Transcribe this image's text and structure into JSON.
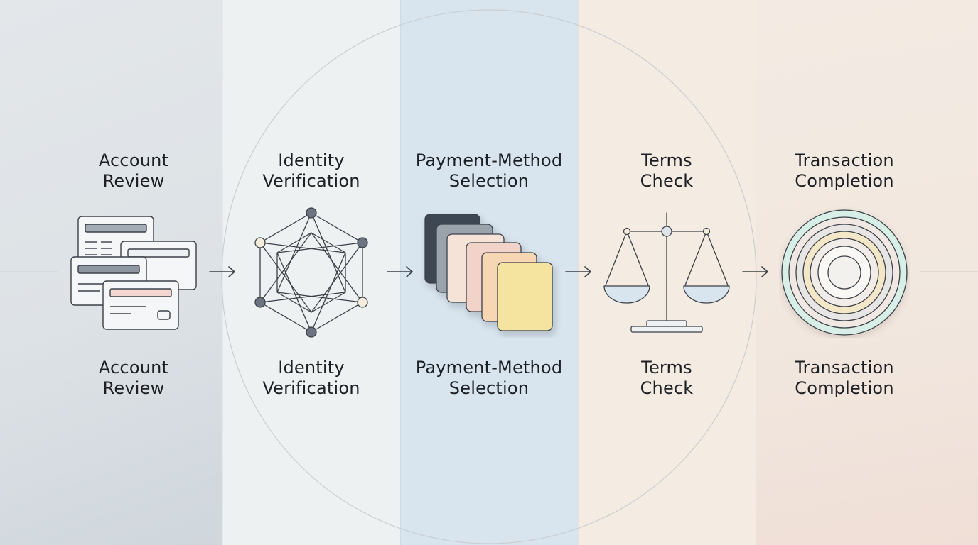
{
  "stages": [
    {
      "id": "account-review",
      "label_top": [
        "Account",
        "Review"
      ],
      "label_bottom": [
        "Account",
        "Review"
      ],
      "icon": "documents-icon"
    },
    {
      "id": "identity-verification",
      "label_top": [
        "Identity",
        "Verification"
      ],
      "label_bottom": [
        "Identity",
        "Verification"
      ],
      "icon": "hexagon-network-icon"
    },
    {
      "id": "payment-method-selection",
      "label_top": [
        "Payment-Method",
        "Selection"
      ],
      "label_bottom": [
        "Payment-Method",
        "Selection"
      ],
      "icon": "card-stack-icon"
    },
    {
      "id": "terms-check",
      "label_top": [
        "Terms",
        "Check"
      ],
      "label_bottom": [
        "Terms",
        "Check"
      ],
      "icon": "balance-scale-icon"
    },
    {
      "id": "transaction-completion",
      "label_top": [
        "Transaction",
        "Completion"
      ],
      "label_bottom": [
        "Transaction",
        "Completion"
      ],
      "icon": "concentric-rings-icon"
    }
  ],
  "connector": "arrow-right-icon",
  "colors": {
    "line": "#3b4048",
    "node_dark": "#6b7480",
    "node_light": "#f6ecdc",
    "card_dark": "#3e4653",
    "card_grey": "#9aa3ac",
    "card_cream": "#f4e3d6",
    "card_pink": "#f2d3c9",
    "card_peach": "#f7d6b4",
    "card_yellow": "#f5e3a0",
    "bowl_fill": "#d8e5ee",
    "ring_mint": "#d8efe8",
    "ring_cream": "#f3e7c8"
  }
}
